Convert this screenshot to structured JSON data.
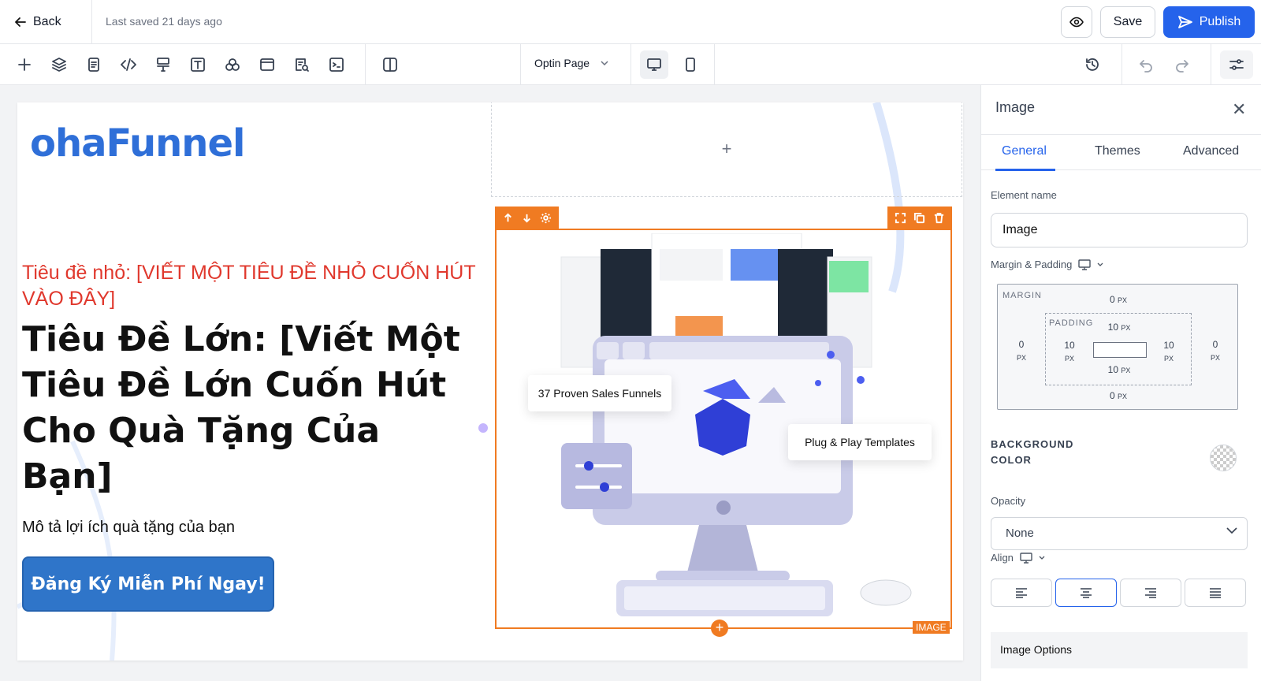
{
  "topbar": {
    "back_label": "Back",
    "saved_text": "Last saved 21 days ago",
    "save_label": "Save",
    "publish_label": "Publish"
  },
  "toolbar": {
    "page_select": "Optin Page",
    "tools": [
      "plus-icon",
      "layers-icon",
      "form-icon",
      "code-icon",
      "paint-icon",
      "text-icon",
      "elements-icon",
      "window-icon",
      "search-doc-icon",
      "terminal-icon",
      "columns-icon"
    ]
  },
  "canvas": {
    "logo": "ohaFunnel",
    "subtitle": "Tiêu đề nhỏ: [VIẾT MỘT TIÊU ĐỀ NHỎ CUỐN HÚT VÀO ĐÂY]",
    "headline": "Tiêu Đề Lớn: [Viết Một Tiêu Đề Lớn Cuốn Hút Cho Quà Tặng Của Bạn]",
    "description": "Mô tả lợi ích quà tặng của bạn",
    "cta_label": "Đăng Ký Miễn Phí Ngay!",
    "empty_block_plus": "+",
    "image_label": "IMAGE",
    "image_callouts": {
      "left": "37 Proven Sales Funnels",
      "right": "Plug & Play Templates"
    }
  },
  "panel": {
    "title": "Image",
    "tabs": [
      "General",
      "Themes",
      "Advanced"
    ],
    "element_name_label": "Element name",
    "element_name_value": "Image",
    "margin_padding_label": "Margin & Padding",
    "margin_label": "MARGIN",
    "padding_label": "PADDING",
    "margin": {
      "top": "0",
      "right": "0",
      "bottom": "0",
      "left": "0"
    },
    "padding": {
      "top": "10",
      "right": "10",
      "bottom": "10",
      "left": "10"
    },
    "unit": "PX",
    "background_color_label": "BACKGROUND COLOR",
    "opacity_label": "Opacity",
    "opacity_value": "None",
    "align_label": "Align",
    "align_selected": "center",
    "image_options_label": "Image Options"
  },
  "colors": {
    "accent_blue": "#2563eb",
    "selection_orange": "#f07b22",
    "subtitle_red": "#e0382d",
    "cta_blue": "#2f75c9"
  }
}
